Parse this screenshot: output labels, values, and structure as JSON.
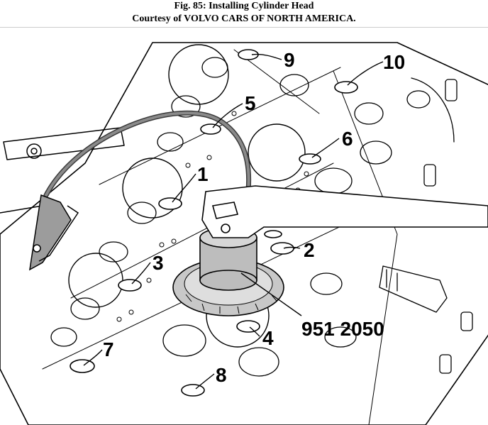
{
  "caption": {
    "title": "Fig. 85: Installing Cylinder Head",
    "credit": "Courtesy of VOLVO CARS OF NORTH AMERICA."
  },
  "figure": {
    "bolt_labels": [
      "1",
      "2",
      "3",
      "4",
      "5",
      "6",
      "7",
      "8",
      "9",
      "10"
    ],
    "tool_label": "951 2050",
    "colors": {
      "line": "#000000",
      "cable": "#6f6f6f",
      "plate": "#c8c8c8",
      "socket": "#bdbdbd",
      "background": "#ffffff"
    }
  }
}
